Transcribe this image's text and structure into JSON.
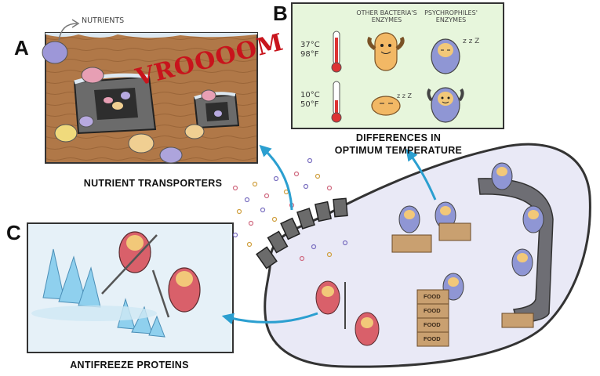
{
  "panels": {
    "a": {
      "letter": "A",
      "caption": "NUTRIENT TRANSPORTERS",
      "nutrients_label": "NUTRIENTS",
      "sound_effect": "VROOOOM"
    },
    "b": {
      "letter": "B",
      "caption_line1": "DIFFERENCES IN",
      "caption_line2": "OPTIMUM TEMPERATURE",
      "col1_line1": "OTHER BACTERIA'S",
      "col1_line2": "ENZYMES",
      "col2_line1": "PSYCHROPHILES'",
      "col2_line2": "ENZYMES",
      "warm_c": "37°C",
      "warm_f": "98°F",
      "cold_c": "10°C",
      "cold_f": "50°F",
      "sleep": "z z Z"
    },
    "c": {
      "letter": "C",
      "caption": "ANTIFREEZE PROTEINS"
    }
  },
  "cell": {
    "food_label": "FOOD"
  },
  "colors": {
    "arrow": "#2b9fd0",
    "cell_fill": "#e9e9f6",
    "panel_b_bg": "#e7f6dc",
    "wood": "#b07848",
    "coat_red": "#d9606a",
    "coat_blue": "#8f96d4"
  }
}
